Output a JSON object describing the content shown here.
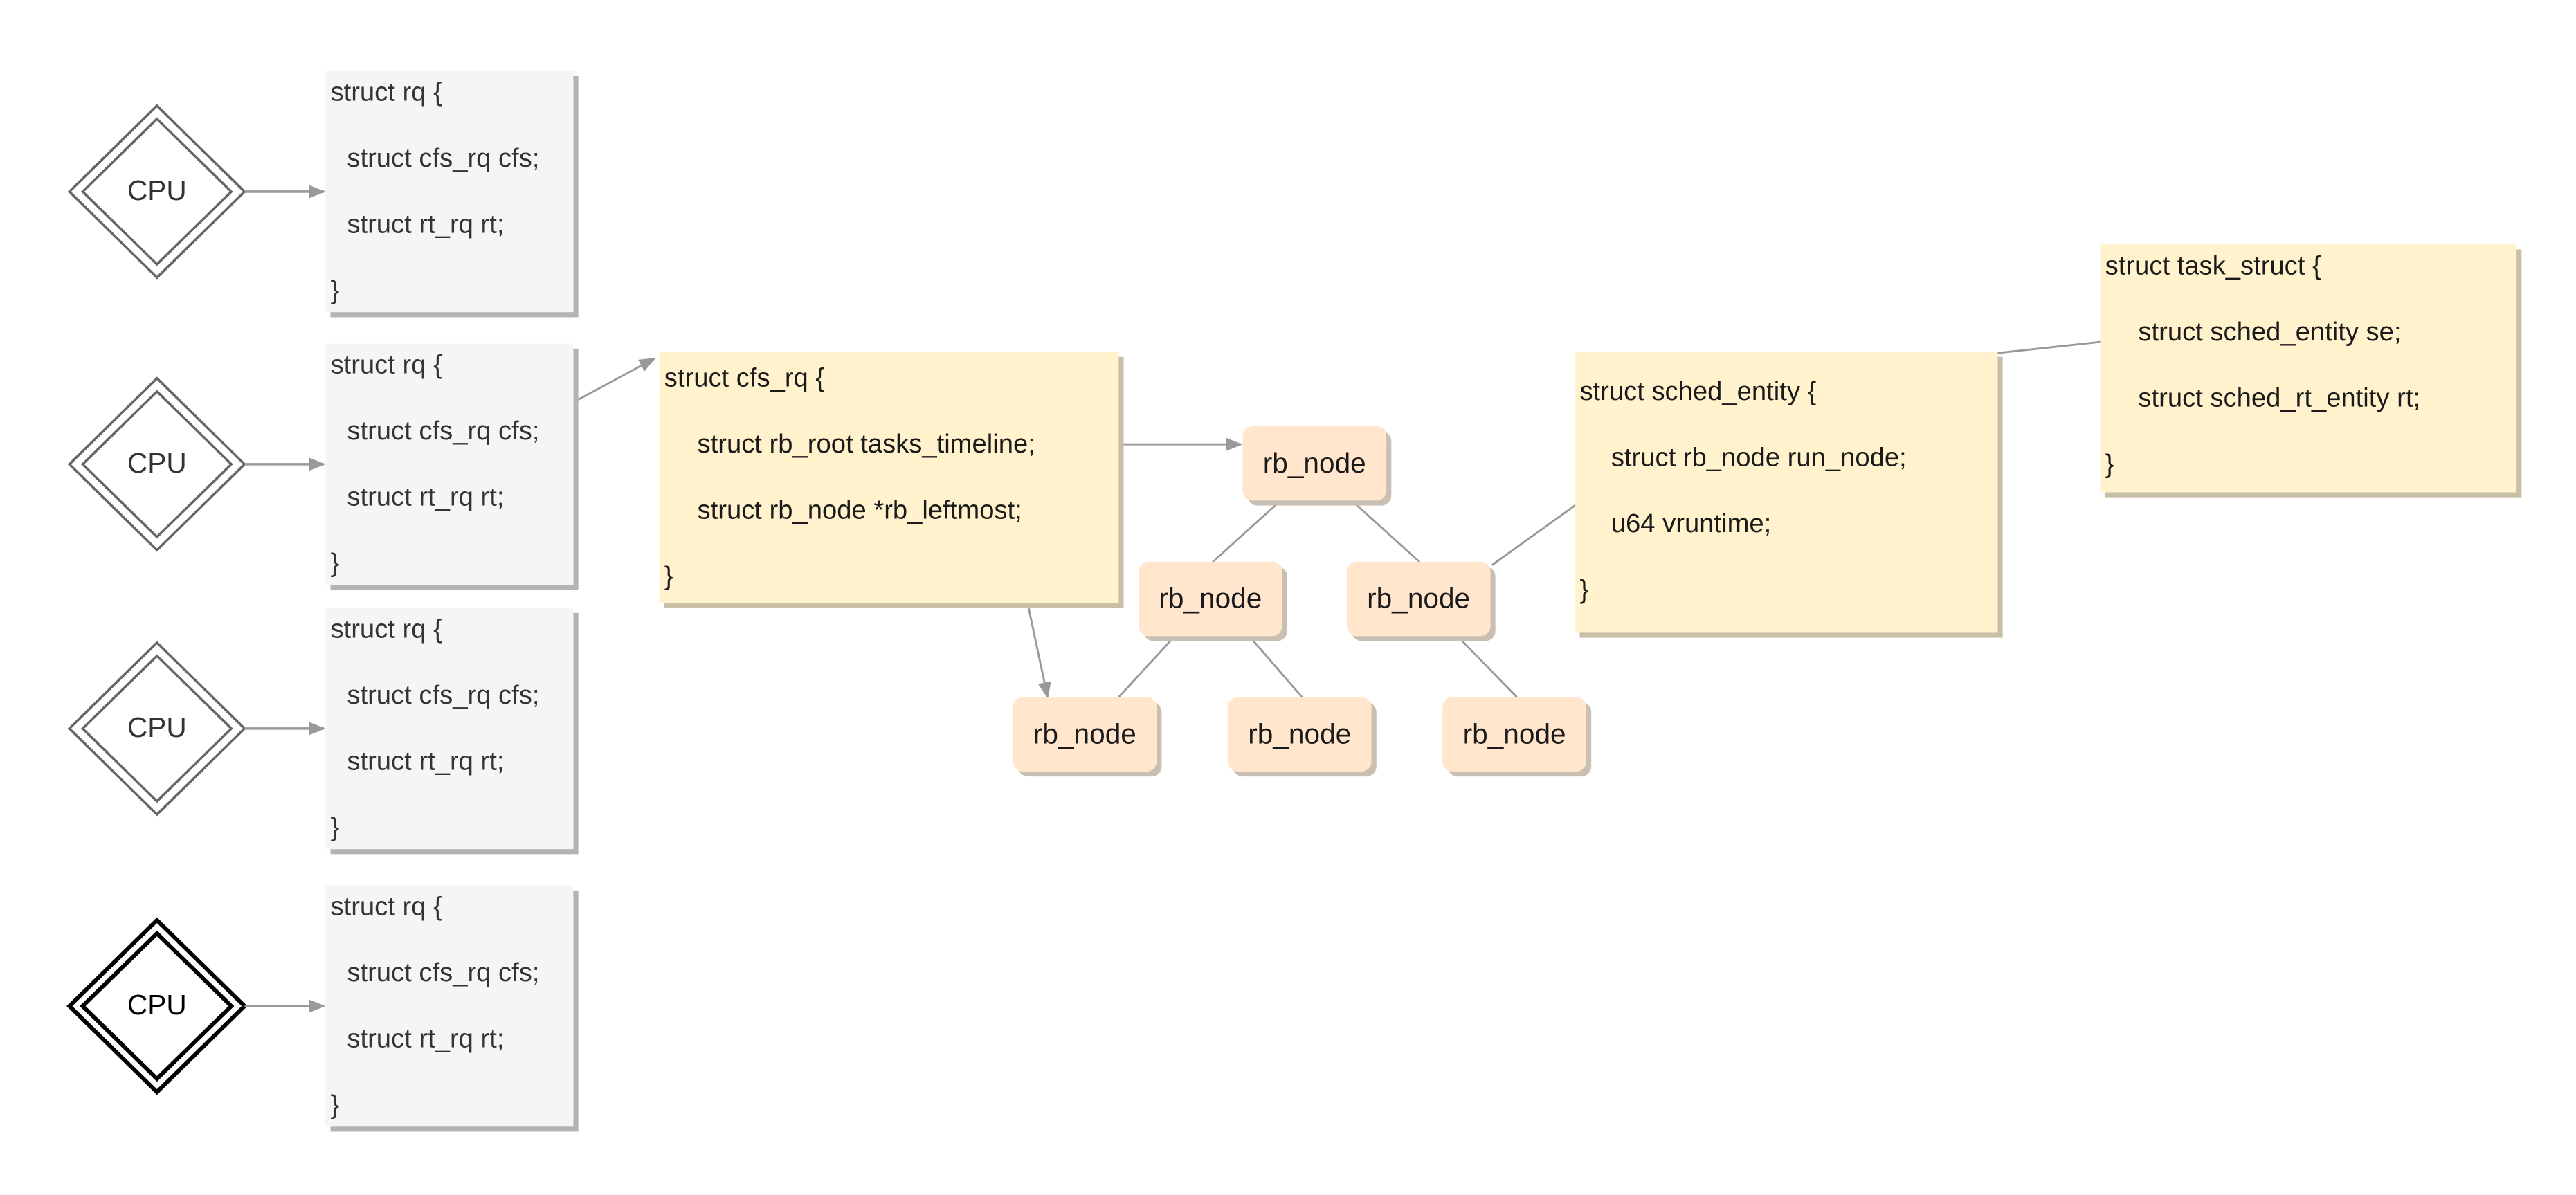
{
  "cpus": [
    {
      "label": "CPU",
      "highlighted": false
    },
    {
      "label": "CPU",
      "highlighted": false
    },
    {
      "label": "CPU",
      "highlighted": false
    },
    {
      "label": "CPU",
      "highlighted": true
    }
  ],
  "rq_structs": [
    {
      "lines": [
        "struct rq {",
        "struct cfs_rq cfs;",
        "struct rt_rq rt;",
        "}"
      ]
    },
    {
      "lines": [
        "struct rq {",
        "struct cfs_rq cfs;",
        "struct rt_rq rt;",
        "}"
      ]
    },
    {
      "lines": [
        "struct rq {",
        "struct cfs_rq cfs;",
        "struct rt_rq rt;",
        "}"
      ]
    },
    {
      "lines": [
        "struct rq {",
        "struct cfs_rq cfs;",
        "struct rt_rq rt;",
        "}"
      ]
    }
  ],
  "cfs_rq": {
    "lines": [
      "struct cfs_rq {",
      "struct rb_root tasks_timeline;",
      "struct rb_node *rb_leftmost;",
      "}"
    ]
  },
  "sched_entity": {
    "lines": [
      "struct sched_entity {",
      "struct rb_node run_node;",
      "u64 vruntime;",
      "}"
    ]
  },
  "task_struct": {
    "lines": [
      "struct task_struct {",
      "struct sched_entity se;",
      "struct sched_rt_entity rt;",
      "}"
    ]
  },
  "rb_nodes": [
    "rb_node",
    "rb_node",
    "rb_node",
    "rb_node",
    "rb_node",
    "rb_node"
  ],
  "colors": {
    "struct_fill": "#fff2cc",
    "node_fill": "#ffe6cc",
    "rq_fill": "#f5f5f5",
    "connector": "#999999"
  }
}
